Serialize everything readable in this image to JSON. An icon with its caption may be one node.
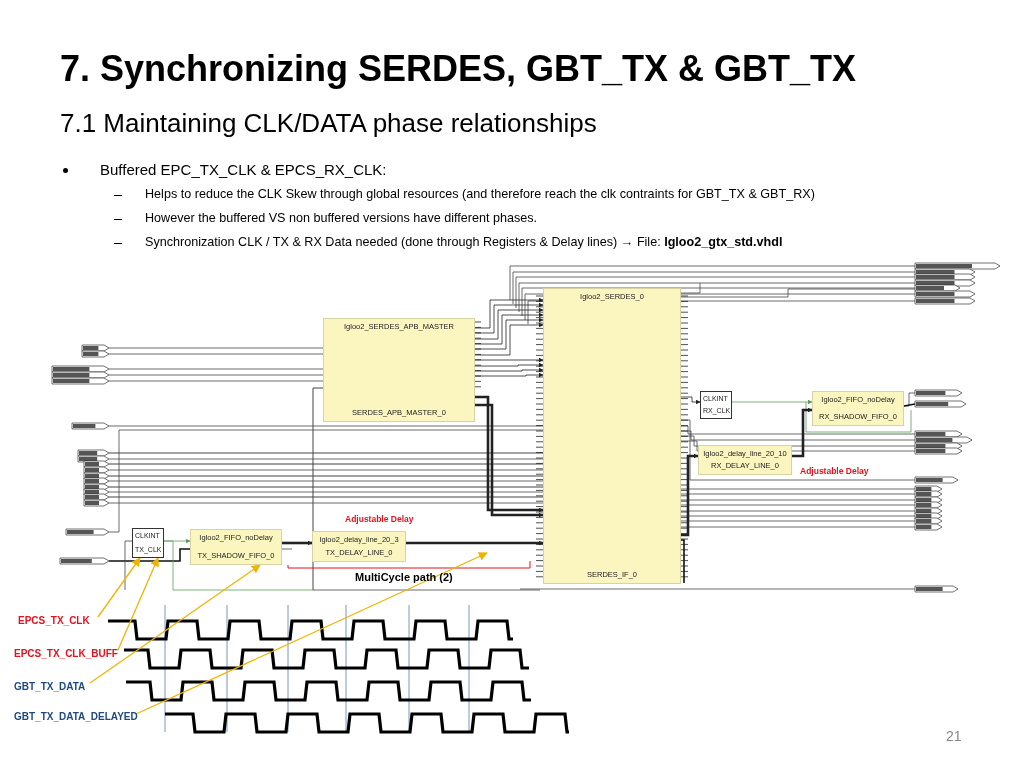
{
  "diagram": {
    "title": "7. Synchronizing SERDES, GBT_TX & GBT_TX",
    "nodes": [
      {
        "text": [
          "Igloo2_SERDES_APB_MASTER",
          "SERDES_APB_MASTER_0"
        ]
      },
      {
        "text": [
          "Igloo2_SERDES_0",
          "SERDES_IF_0"
        ]
      },
      {
        "text": [
          "CLKINT",
          "RX_CLK"
        ]
      },
      {
        "text": [
          "Igloo2_FIFO_noDelay",
          "RX_SHADOW_FIFO_0"
        ]
      },
      {
        "text": [
          "Igloo2_delay_line_20_10",
          "RX_DELAY_LINE_0"
        ],
        "beside": [
          "Adjustable Delay"
        ]
      },
      {
        "text": [
          "CLKINT",
          "TX_CLK"
        ]
      },
      {
        "text": [
          "Igloo2_FIFO_noDelay",
          "TX_SHADOW_FIFO_0"
        ]
      },
      {
        "text": [
          "Igloo2_delay_line_20_3",
          "TX_DELAY_LINE_0"
        ],
        "beside": [
          "Adjustable Delay"
        ]
      },
      {
        "text": [
          "EPCS_TX_CLK"
        ]
      },
      {
        "text": [
          "EPCS_TX_CLK_BUFF"
        ]
      },
      {
        "text": [
          "GBT_TX_DATA"
        ]
      },
      {
        "text": [
          "GBT_TX_DATA_DELAYED"
        ]
      }
    ],
    "edges": [
      {
        "from": 5,
        "to": 6,
        "arrow": "to",
        "color": "#5a9e5a"
      },
      {
        "from": 6,
        "to": 7,
        "arrow": "to",
        "style": "thick"
      },
      {
        "from": 7,
        "to": 1,
        "arrow": "to",
        "style": "thick"
      },
      {
        "from": 1,
        "to": 2,
        "arrow": "to"
      },
      {
        "from": 2,
        "to": 3,
        "arrow": "to",
        "color": "#5a9e5a"
      },
      {
        "from": 1,
        "to": 4,
        "arrow": "to",
        "style": "thick"
      },
      {
        "from": 4,
        "to": 3,
        "arrow": "to",
        "style": "thick"
      },
      {
        "from": 8,
        "to": 5,
        "arrow": "to",
        "color": "#f0b400"
      },
      {
        "from": 9,
        "to": 5,
        "arrow": "to",
        "color": "#f0b400"
      },
      {
        "from": 10,
        "to": 6,
        "arrow": "to",
        "color": "#f0b400"
      },
      {
        "from": 11,
        "to": null,
        "arrow": "to",
        "color": "#f0b400"
      },
      {
        "from": 0,
        "to": 1,
        "arrow": "to"
      },
      {
        "from": 0,
        "to": 1,
        "arrow": "to"
      },
      {
        "from": 0,
        "to": 1,
        "arrow": "to"
      },
      {
        "from": 0,
        "to": 1,
        "arrow": "to"
      },
      {
        "from": 0,
        "to": 1,
        "arrow": "to"
      },
      {
        "from": 0,
        "to": 1,
        "arrow": "to"
      },
      {
        "from": 0,
        "to": 1,
        "arrow": "to"
      },
      {
        "from": 0,
        "to": 1,
        "arrow": "to"
      },
      {
        "from": 0,
        "to": 1,
        "arrow": "to"
      },
      {
        "from": 0,
        "to": 1,
        "arrow": "to"
      },
      {
        "from": 0,
        "to": 1,
        "arrow": "to",
        "style": "thick"
      },
      {
        "from": 0,
        "to": 1,
        "arrow": "to",
        "style": "thick"
      }
    ],
    "labels": [
      "7.1 Maintaining CLK/DATA phase relationships",
      "Buffered EPC_TX_CLK & EPCS_RX_CLK:",
      "Helps to reduce the CLK Skew through global resources (and therefore reach the clk contraints for GBT_TX & GBT_RX)",
      "However the buffered VS non buffered versions have different phases.",
      "Synchronization CLK / TX & RX Data needed (done through Registers & Delay lines) → File:  **Igloo2_gtx_std.vhdl**",
      "MultiCycle path (2)",
      "21"
    ]
  }
}
